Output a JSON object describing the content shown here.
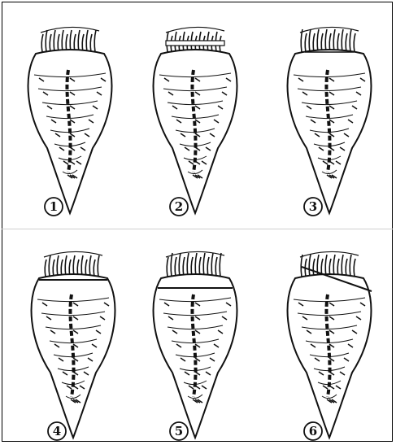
{
  "figure": {
    "panels": [
      {
        "number": "1",
        "cut": "none"
      },
      {
        "number": "2",
        "cut": "top-slice-removed"
      },
      {
        "number": "3",
        "cut": "light-topping"
      },
      {
        "number": "4",
        "cut": "flat-crown-cut"
      },
      {
        "number": "5",
        "cut": "deep-crown-cut"
      },
      {
        "number": "6",
        "cut": "diagonal-cut"
      }
    ]
  },
  "colors": {
    "ink": "#111111",
    "background": "#ffffff"
  }
}
